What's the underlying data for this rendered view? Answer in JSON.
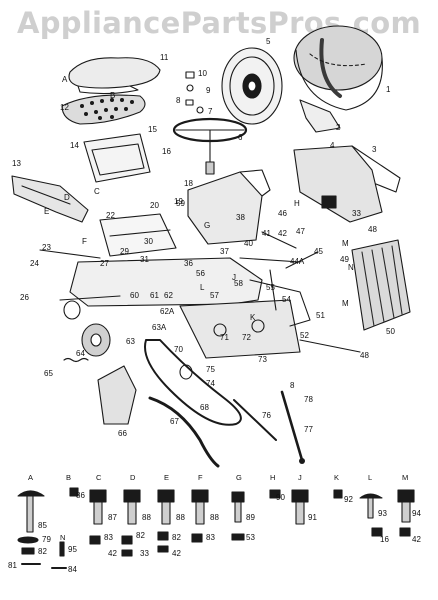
{
  "watermark": "AppliancePartsPros.com",
  "colors": {
    "ink": "#1a1a1a",
    "watermark": "#cfcfcf",
    "background": "#ffffff"
  },
  "callouts": [
    {
      "id": "c1",
      "text": "1"
    },
    {
      "id": "c2",
      "text": "2"
    },
    {
      "id": "c3",
      "text": "3"
    },
    {
      "id": "c4",
      "text": "4"
    },
    {
      "id": "c5",
      "text": "5"
    },
    {
      "id": "c6",
      "text": "6"
    },
    {
      "id": "c7",
      "text": "7"
    },
    {
      "id": "c8",
      "text": "8"
    },
    {
      "id": "c9",
      "text": "9"
    },
    {
      "id": "c10",
      "text": "10"
    },
    {
      "id": "c11",
      "text": "11"
    },
    {
      "id": "c12",
      "text": "12"
    },
    {
      "id": "c13",
      "text": "13"
    },
    {
      "id": "c14",
      "text": "14"
    },
    {
      "id": "c15",
      "text": "15"
    },
    {
      "id": "c16",
      "text": "16"
    },
    {
      "id": "c18",
      "text": "18"
    },
    {
      "id": "c19",
      "text": "19"
    },
    {
      "id": "c20",
      "text": "20"
    },
    {
      "id": "c22",
      "text": "22"
    },
    {
      "id": "c23",
      "text": "23"
    },
    {
      "id": "c24",
      "text": "24"
    },
    {
      "id": "c26",
      "text": "26"
    },
    {
      "id": "c27",
      "text": "27"
    },
    {
      "id": "c29",
      "text": "29"
    },
    {
      "id": "c30",
      "text": "30"
    },
    {
      "id": "c31",
      "text": "31"
    },
    {
      "id": "c33",
      "text": "33"
    },
    {
      "id": "c36",
      "text": "36"
    },
    {
      "id": "c37",
      "text": "37"
    },
    {
      "id": "c38",
      "text": "38"
    },
    {
      "id": "c40",
      "text": "40"
    },
    {
      "id": "c41",
      "text": "41"
    },
    {
      "id": "c42",
      "text": "42"
    },
    {
      "id": "c44a",
      "text": "44A"
    },
    {
      "id": "c45",
      "text": "45"
    },
    {
      "id": "c46",
      "text": "46"
    },
    {
      "id": "c47",
      "text": "47"
    },
    {
      "id": "c48",
      "text": "48"
    },
    {
      "id": "c49",
      "text": "49"
    },
    {
      "id": "c50",
      "text": "50"
    },
    {
      "id": "c51",
      "text": "51"
    },
    {
      "id": "c52",
      "text": "52"
    },
    {
      "id": "c54",
      "text": "54"
    },
    {
      "id": "c55",
      "text": "55"
    },
    {
      "id": "c56",
      "text": "56"
    },
    {
      "id": "c57",
      "text": "57"
    },
    {
      "id": "c58",
      "text": "58"
    },
    {
      "id": "c59",
      "text": "59"
    },
    {
      "id": "c60",
      "text": "60"
    },
    {
      "id": "c61",
      "text": "61"
    },
    {
      "id": "c62",
      "text": "62"
    },
    {
      "id": "c62a",
      "text": "62A"
    },
    {
      "id": "c63",
      "text": "63"
    },
    {
      "id": "c63a",
      "text": "63A"
    },
    {
      "id": "c64",
      "text": "64"
    },
    {
      "id": "c65",
      "text": "65"
    },
    {
      "id": "c66",
      "text": "66"
    },
    {
      "id": "c67",
      "text": "67"
    },
    {
      "id": "c68",
      "text": "68"
    },
    {
      "id": "c70",
      "text": "70"
    },
    {
      "id": "c71",
      "text": "71"
    },
    {
      "id": "c72",
      "text": "72"
    },
    {
      "id": "c73",
      "text": "73"
    },
    {
      "id": "c74",
      "text": "74"
    },
    {
      "id": "c75",
      "text": "75"
    },
    {
      "id": "c76",
      "text": "76"
    },
    {
      "id": "c77",
      "text": "77"
    },
    {
      "id": "c78",
      "text": "78"
    }
  ],
  "letters": [
    {
      "id": "la",
      "text": "A"
    },
    {
      "id": "lb",
      "text": "B"
    },
    {
      "id": "lc",
      "text": "C"
    },
    {
      "id": "ld",
      "text": "D"
    },
    {
      "id": "le",
      "text": "E"
    },
    {
      "id": "lf",
      "text": "F"
    },
    {
      "id": "lg",
      "text": "G"
    },
    {
      "id": "lh",
      "text": "H"
    },
    {
      "id": "lj",
      "text": "J"
    },
    {
      "id": "lk",
      "text": "K"
    },
    {
      "id": "ll",
      "text": "L"
    },
    {
      "id": "lm",
      "text": "M"
    },
    {
      "id": "lm2",
      "text": "M"
    },
    {
      "id": "ln",
      "text": "N"
    }
  ],
  "hardware": {
    "headers": [
      {
        "id": "ha",
        "text": "A"
      },
      {
        "id": "hb",
        "text": "B"
      },
      {
        "id": "hc",
        "text": "C"
      },
      {
        "id": "hd",
        "text": "D"
      },
      {
        "id": "he",
        "text": "E"
      },
      {
        "id": "hf",
        "text": "F"
      },
      {
        "id": "hg",
        "text": "G"
      },
      {
        "id": "hh",
        "text": "H"
      },
      {
        "id": "hj",
        "text": "J"
      },
      {
        "id": "hk",
        "text": "K"
      },
      {
        "id": "hl",
        "text": "L"
      },
      {
        "id": "hm",
        "text": "M"
      },
      {
        "id": "hn",
        "text": "N"
      }
    ],
    "labels": [
      {
        "id": "h85",
        "text": "85"
      },
      {
        "id": "h86",
        "text": "86"
      },
      {
        "id": "h87",
        "text": "87"
      },
      {
        "id": "h88a",
        "text": "88"
      },
      {
        "id": "h88b",
        "text": "88"
      },
      {
        "id": "h88c",
        "text": "88"
      },
      {
        "id": "h89",
        "text": "89"
      },
      {
        "id": "h90",
        "text": "90"
      },
      {
        "id": "h91",
        "text": "91"
      },
      {
        "id": "h92",
        "text": "92"
      },
      {
        "id": "h93",
        "text": "93"
      },
      {
        "id": "h94",
        "text": "94"
      },
      {
        "id": "h79",
        "text": "79"
      },
      {
        "id": "h82a",
        "text": "82"
      },
      {
        "id": "h82b",
        "text": "82"
      },
      {
        "id": "h82c",
        "text": "82"
      },
      {
        "id": "h83a",
        "text": "83"
      },
      {
        "id": "h83b",
        "text": "83"
      },
      {
        "id": "h42a",
        "text": "42"
      },
      {
        "id": "h42b",
        "text": "42"
      },
      {
        "id": "h33",
        "text": "33"
      },
      {
        "id": "h53",
        "text": "53"
      },
      {
        "id": "h16",
        "text": "16"
      },
      {
        "id": "h81",
        "text": "81"
      },
      {
        "id": "h84",
        "text": "84"
      },
      {
        "id": "h95",
        "text": "95"
      }
    ]
  }
}
